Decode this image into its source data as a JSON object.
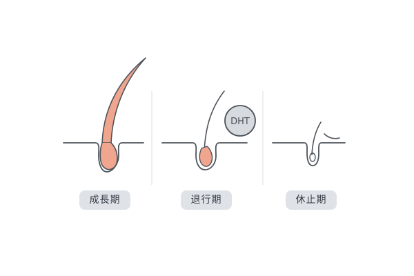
{
  "stages": [
    {
      "id": "growth",
      "label": "成長期"
    },
    {
      "id": "regression",
      "label": "退行期"
    },
    {
      "id": "rest",
      "label": "休止期"
    }
  ],
  "badge": {
    "text": "DHT"
  },
  "colors": {
    "hair": "#f0a58f",
    "outline": "#4e545c",
    "divider": "#d9dce0",
    "label_bg": "#dfe3e8",
    "label_text": "#333a44",
    "badge_fill": "#d7dbe0",
    "badge_stroke": "#4e545c"
  }
}
